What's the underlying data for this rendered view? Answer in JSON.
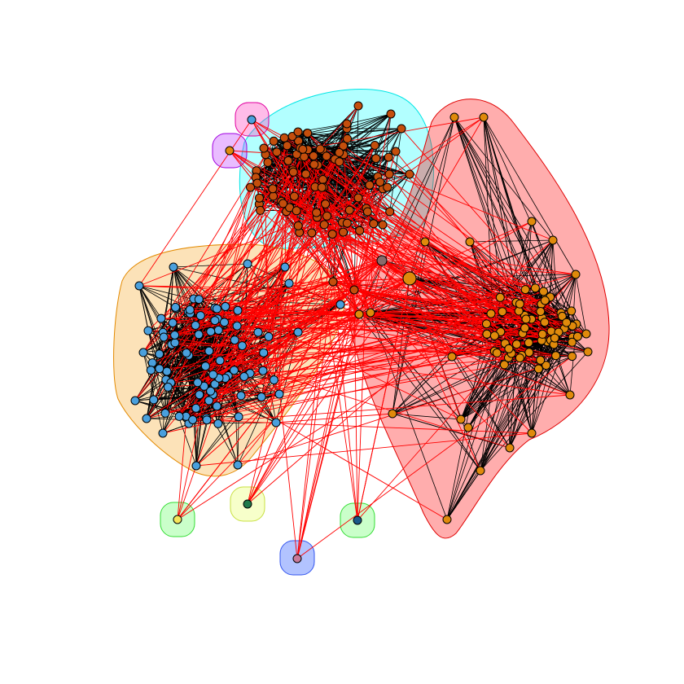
{
  "figure": {
    "kind": "network community plot",
    "background": "#ffffff"
  },
  "communities": [
    {
      "id": "cyan",
      "fill": "#00ffff",
      "stroke": "#00e5e5"
    },
    {
      "id": "red",
      "fill": "#ff0000",
      "stroke": "#e00000"
    },
    {
      "id": "orange",
      "fill": "#f5a623",
      "stroke": "#e38a00"
    },
    {
      "id": "magenta",
      "fill": "#ff40c0",
      "stroke": "#e000a0"
    },
    {
      "id": "purple",
      "fill": "#c040ff",
      "stroke": "#a000e0"
    },
    {
      "id": "green-left",
      "fill": "#66ff66",
      "stroke": "#33dd33"
    },
    {
      "id": "yellow",
      "fill": "#e8ff66",
      "stroke": "#c8e040"
    },
    {
      "id": "green-right",
      "fill": "#66ff66",
      "stroke": "#33dd33"
    },
    {
      "id": "blue",
      "fill": "#6688ff",
      "stroke": "#3355ee"
    }
  ],
  "node_colors": {
    "cyan_cluster": "#c44e0c",
    "red_cluster": "#e08a0b",
    "orange_cluster": "#4aa0dd",
    "yellow_singleton": "#f5e65a",
    "green_singleton": "#1f7a4a",
    "navy_singleton": "#1a5a8a",
    "pink_singleton": "#c97a9a",
    "magenta_singleton": "#4aa0dd",
    "purple_singleton": "#e08a0b",
    "gray_hub": "#8a6a6a"
  },
  "edge_colors": {
    "within": "#000000",
    "between": "#ff0000"
  }
}
